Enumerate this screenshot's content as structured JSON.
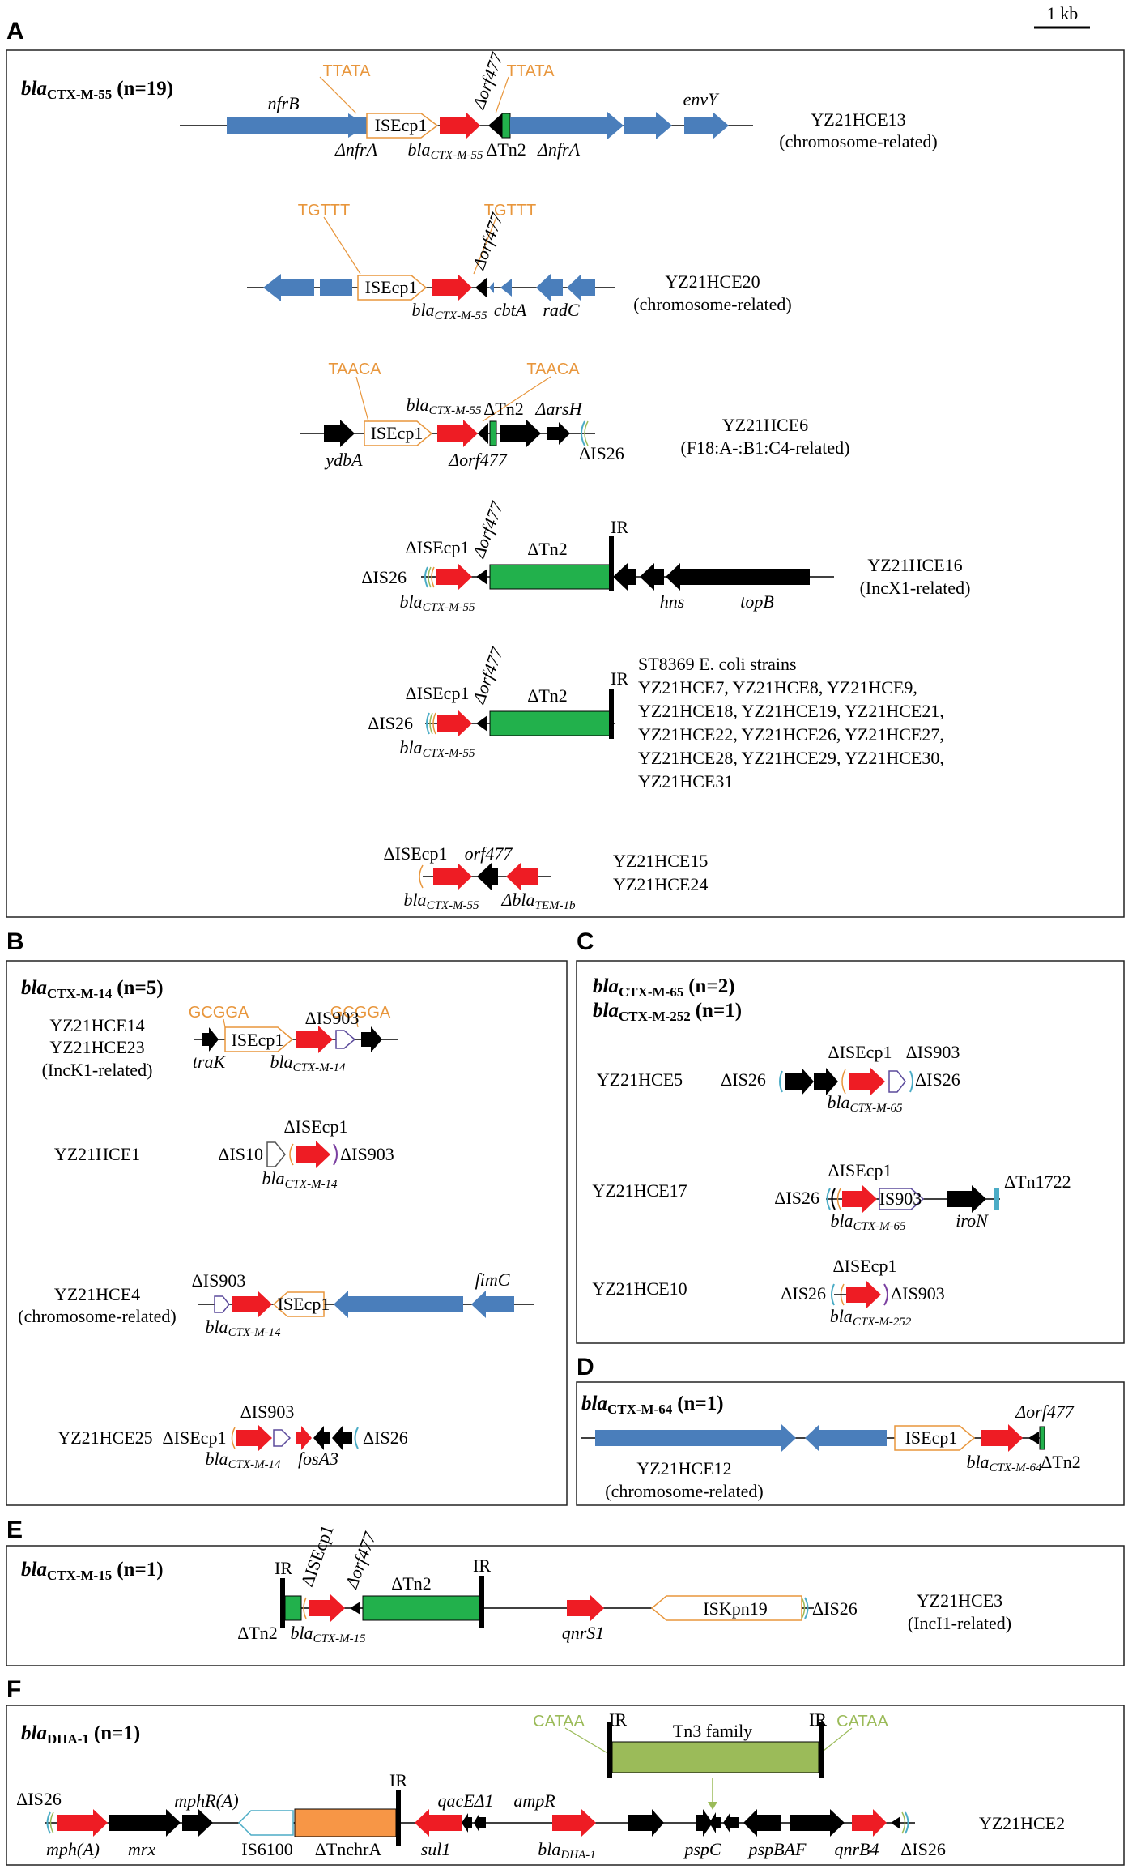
{
  "colors": {
    "blue": "#4a7ebb",
    "red": "#ee1c24",
    "black": "#000000",
    "green": "#22b14c",
    "orange": "#f79646",
    "olive": "#9bbb59",
    "cyan": "#4bacc6",
    "site_orange": "#e8963c",
    "site_olive": "#9bbb59"
  },
  "scale_bar": {
    "label": "1 kb"
  },
  "panels": {
    "A": {
      "letter": "A",
      "gene": "bla",
      "sub": "CTX-M-55",
      "count": "(n=19)",
      "rows": [
        {
          "sites": [
            "TTATA",
            "TTATA"
          ],
          "strain": [
            "YZ21HCE13",
            "(chromosome-related)"
          ],
          "labels": {
            "nfrB": "nfrB",
            "dnfrA1": "ΔnfrA",
            "isecp1": "ISEcp1",
            "bla": "bla",
            "bla_sub": "CTX-M-55",
            "dorf477": "Δorf477",
            "dtn2": "ΔTn2",
            "dnfrA2": "ΔnfrA",
            "envY": "envY"
          }
        },
        {
          "sites": [
            "TGTTT",
            "TGTTT"
          ],
          "strain": [
            "YZ21HCE20",
            "(chromosome-related)"
          ],
          "labels": {
            "isecp1": "ISEcp1",
            "bla": "bla",
            "bla_sub": "CTX-M-55",
            "dorf477": "Δorf477",
            "cbtA": "cbtA",
            "radC": "radC"
          }
        },
        {
          "sites": [
            "TAACA",
            "TAACA"
          ],
          "strain": [
            "YZ21HCE6",
            "(F18:A-:B1:C4-related)"
          ],
          "labels": {
            "ydbA": "ydbA",
            "isecp1": "ISEcp1",
            "bla": "bla",
            "bla_sub": "CTX-M-55",
            "dorf477": "Δorf477",
            "dtn2": "ΔTn2",
            "darsH": "ΔarsH",
            "dis26": "ΔIS26"
          }
        },
        {
          "strain": [
            "YZ21HCE16",
            "(IncX1-related)"
          ],
          "labels": {
            "dis26": "ΔIS26",
            "disecp1": "ΔISEcp1",
            "bla": "bla",
            "bla_sub": "CTX-M-55",
            "dorf477": "Δorf477",
            "dtn2": "ΔTn2",
            "ir": "IR",
            "hns": "hns",
            "topB": "topB"
          }
        },
        {
          "strain": [
            "ST8369 E. coli strains",
            "YZ21HCE7, YZ21HCE8, YZ21HCE9,",
            "YZ21HCE18, YZ21HCE19, YZ21HCE21,",
            "YZ21HCE22, YZ21HCE26, YZ21HCE27,",
            "YZ21HCE28, YZ21HCE29, YZ21HCE30,",
            "YZ21HCE31"
          ],
          "labels": {
            "dis26": "ΔIS26",
            "disecp1": "ΔISEcp1",
            "bla": "bla",
            "bla_sub": "CTX-M-55",
            "dorf477": "Δorf477",
            "dtn2": "ΔTn2",
            "ir": "IR"
          }
        },
        {
          "strain": [
            "YZ21HCE15",
            "YZ21HCE24"
          ],
          "labels": {
            "disecp1": "ΔISEcp1",
            "orf477": "orf477",
            "bla": "bla",
            "bla_sub": "CTX-M-55",
            "dbla": "Δbla",
            "dbla_sub": "TEM-1b"
          }
        }
      ]
    },
    "B": {
      "letter": "B",
      "gene": "bla",
      "sub": "CTX-M-14",
      "count": "(n=5)",
      "rows": [
        {
          "sites": [
            "GCGGA",
            "GCGGA"
          ],
          "strain": [
            "YZ21HCE14",
            "YZ21HCE23",
            "(IncK1-related)"
          ],
          "labels": {
            "traK": "traK",
            "isecp1": "ISEcp1",
            "dis903": "ΔIS903",
            "bla": "bla",
            "bla_sub": "CTX-M-14"
          }
        },
        {
          "strain": [
            "YZ21HCE1"
          ],
          "labels": {
            "dis10": "ΔIS10",
            "disecp1": "ΔISEcp1",
            "dis903": "ΔIS903",
            "bla": "bla",
            "bla_sub": "CTX-M-14"
          }
        },
        {
          "strain": [
            "YZ21HCE4",
            "(chromosome-related)"
          ],
          "labels": {
            "dis903": "ΔIS903",
            "isecp1": "ISEcp1",
            "fimC": "fimC",
            "bla": "bla",
            "bla_sub": "CTX-M-14"
          }
        },
        {
          "strain": [
            "YZ21HCE25"
          ],
          "labels": {
            "disecp1": "ΔISEcp1",
            "dis903": "ΔIS903",
            "dis26": "ΔIS26",
            "bla": "bla",
            "bla_sub": "CTX-M-14",
            "fosA3": "fosA3"
          }
        }
      ]
    },
    "C": {
      "letter": "C",
      "gene": "bla",
      "sub": "CTX-M-65",
      "count": "(n=2)",
      "gene2": "bla",
      "sub2": "CTX-M-252",
      "count2": "(n=1)",
      "rows": [
        {
          "strain": [
            "YZ21HCE5"
          ],
          "labels": {
            "dis26a": "ΔIS26",
            "disecp1": "ΔISEcp1",
            "dis903": "ΔIS903",
            "dis26b": "ΔIS26",
            "bla": "bla",
            "bla_sub": "CTX-M-65"
          }
        },
        {
          "strain": [
            "YZ21HCE17"
          ],
          "labels": {
            "dis26": "ΔIS26",
            "disecp1": "ΔISEcp1",
            "is903": "IS903",
            "dtn1722": "ΔTn1722",
            "bla": "bla",
            "bla_sub": "CTX-M-65",
            "iroN": "iroN"
          }
        },
        {
          "strain": [
            "YZ21HCE10"
          ],
          "labels": {
            "dis26": "ΔIS26",
            "disecp1": "ΔISEcp1",
            "dis903": "ΔIS903",
            "bla": "bla",
            "bla_sub": "CTX-M-252"
          }
        }
      ]
    },
    "D": {
      "letter": "D",
      "gene": "bla",
      "sub": "CTX-M-64",
      "count": "(n=1)",
      "strain": [
        "YZ21HCE12",
        "(chromosome-related)"
      ],
      "labels": {
        "isecp1": "ISEcp1",
        "dorf477": "Δorf477",
        "bla": "bla",
        "bla_sub": "CTX-M-64",
        "dtn2": "ΔTn2"
      }
    },
    "E": {
      "letter": "E",
      "gene": "bla",
      "sub": "CTX-M-15",
      "count": "(n=1)",
      "strain": [
        "YZ21HCE3",
        "(IncI1-related)"
      ],
      "labels": {
        "ir1": "IR",
        "disecp1": "ΔISEcp1",
        "dorf477": "Δorf477",
        "dtn2a": "ΔTn2",
        "ir2": "IR",
        "dtn2b": "ΔTn2",
        "bla": "bla",
        "bla_sub": "CTX-M-15",
        "qnrS1": "qnrS1",
        "iskpn19": "ISKpn19",
        "dis26": "ΔIS26"
      }
    },
    "F": {
      "letter": "F",
      "gene": "bla",
      "sub": "DHA-1",
      "count": "(n=1)",
      "sites": [
        "CATAA",
        "CATAA"
      ],
      "strain": [
        "YZ21HCE2"
      ],
      "labels": {
        "ir1": "IR",
        "tn3": "Tn3 family",
        "ir2": "IR",
        "dis26a": "ΔIS26",
        "mphR": "mphR(A)",
        "ir3": "IR",
        "qacE": "qacEΔ1",
        "ampR": "ampR",
        "mphA": "mph(A)",
        "mrx": "mrx",
        "is6100": "IS6100",
        "dtnchrA": "ΔTnchrA",
        "sul1": "sul1",
        "bla": "bla",
        "bla_sub": "DHA-1",
        "pspC": "pspC",
        "pspBAF": "pspBAF",
        "qnrB4": "qnrB4",
        "dis26b": "ΔIS26"
      }
    }
  }
}
